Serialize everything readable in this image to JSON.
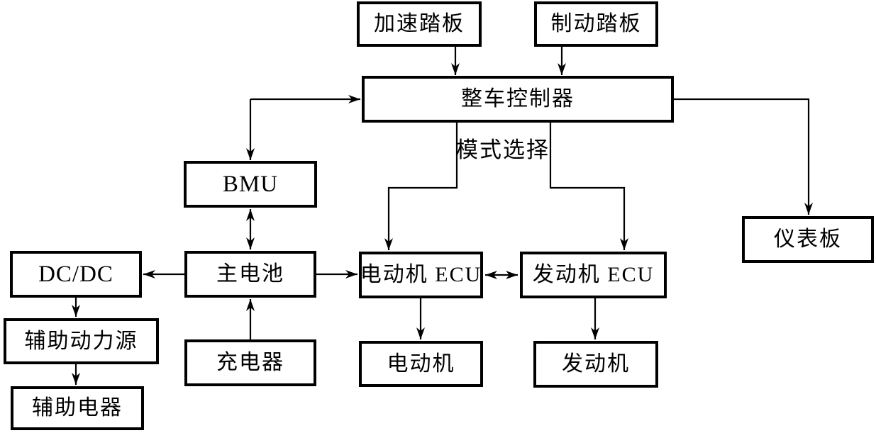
{
  "diagram": {
    "type": "block-diagram",
    "subject": "vehicle control system",
    "colors": {
      "line": "#000000",
      "background": "#ffffff",
      "text": "#000000"
    },
    "nodes": {
      "accelerator_pedal": "加速踏板",
      "brake_pedal": "制动踏板",
      "vehicle_controller": "整车控制器",
      "bmu": "BMU",
      "instrument_panel": "仪表板",
      "dc_dc": "DC/DC",
      "main_battery": "主电池",
      "motor_ecu": "电动机 ECU",
      "engine_ecu": "发动机 ECU",
      "aux_power_source": "辅助动力源",
      "charger": "充电器",
      "motor": "电动机",
      "engine": "发动机",
      "aux_electrics": "辅助电器"
    },
    "edge_labels": {
      "mode_selection": "模式选择"
    },
    "edges": [
      {
        "from": "accelerator_pedal",
        "to": "vehicle_controller",
        "type": "arrow"
      },
      {
        "from": "brake_pedal",
        "to": "vehicle_controller",
        "type": "arrow"
      },
      {
        "from": "bmu",
        "to": "vehicle_controller",
        "type": "double-arrow"
      },
      {
        "from": "vehicle_controller",
        "to": "motor_ecu",
        "type": "arrow",
        "label": "模式选择"
      },
      {
        "from": "vehicle_controller",
        "to": "engine_ecu",
        "type": "arrow",
        "label": "模式选择"
      },
      {
        "from": "vehicle_controller",
        "to": "instrument_panel",
        "type": "arrow"
      },
      {
        "from": "bmu",
        "to": "main_battery",
        "type": "double-arrow"
      },
      {
        "from": "main_battery",
        "to": "dc_dc",
        "type": "arrow"
      },
      {
        "from": "main_battery",
        "to": "motor_ecu",
        "type": "arrow"
      },
      {
        "from": "motor_ecu",
        "to": "engine_ecu",
        "type": "double-arrow"
      },
      {
        "from": "dc_dc",
        "to": "aux_power_source",
        "type": "arrow"
      },
      {
        "from": "aux_power_source",
        "to": "aux_electrics",
        "type": "arrow"
      },
      {
        "from": "charger",
        "to": "main_battery",
        "type": "arrow"
      },
      {
        "from": "motor_ecu",
        "to": "motor",
        "type": "arrow"
      },
      {
        "from": "engine_ecu",
        "to": "engine",
        "type": "arrow"
      }
    ]
  }
}
